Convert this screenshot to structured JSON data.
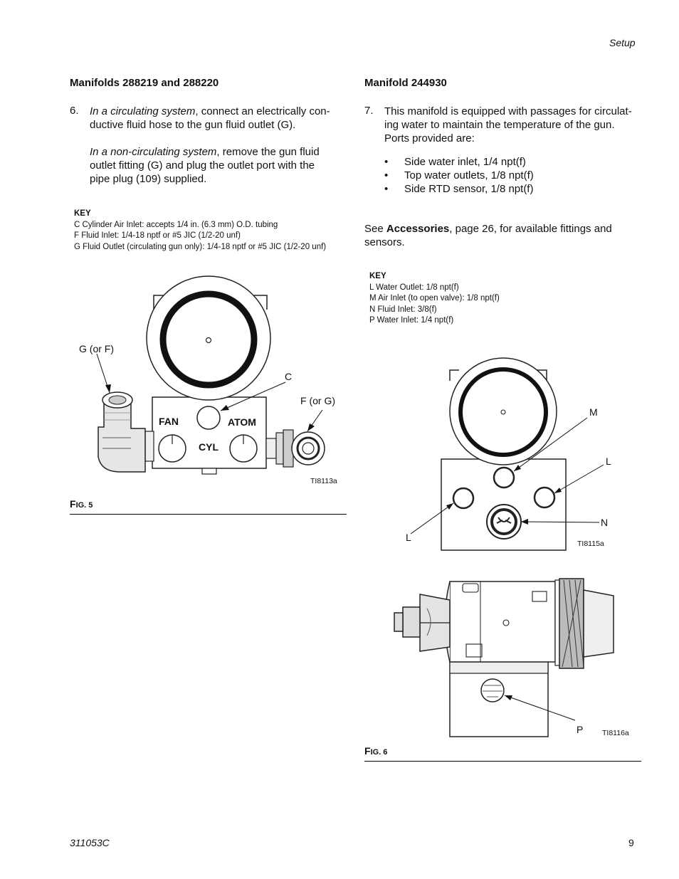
{
  "header": {
    "section": "Setup"
  },
  "left": {
    "heading": "Manifolds 288219 and 288220",
    "step_num": "6.",
    "step_p1_italic": "In a circulating system",
    "step_p1_rest": ", connect an electrically con-",
    "step_p1_line2": "ductive fluid hose to the gun fluid outlet (G).",
    "step_p2_italic": "In a non-circulating system",
    "step_p2_rest": ", remove the gun fluid",
    "step_p2_line2": "outlet fitting (G) and plug the outlet port with the",
    "step_p2_line3": "pipe plug (109) supplied.",
    "key": {
      "title": "KEY",
      "items": [
        "C Cylinder Air Inlet: accepts 1/4 in. (6.3 mm) O.D. tubing",
        "F Fluid Inlet: 1/4-18 nptf or #5 JIC (1/2-20 unf)",
        "G Fluid Outlet (circulating gun only): 1/4-18 nptf or #5 JIC (1/2-20 unf)"
      ]
    },
    "figure": {
      "labels": {
        "g": "G (or F)",
        "c": "C",
        "f": "F (or G)",
        "fan": "FAN",
        "atom": "ATOM",
        "cyl": "CYL"
      },
      "ti": "TI8113a",
      "caption_first": "F",
      "caption_rest": "IG. 5"
    }
  },
  "right": {
    "heading": "Manifold 244930",
    "step_num": "7.",
    "step_line1": "This manifold is equipped with passages for circulat-",
    "step_line2": "ing water to maintain the temperature of the gun.",
    "step_line3": "Ports provided are:",
    "bullet": "•",
    "bullets": [
      "Side water inlet, 1/4 npt(f)",
      "Top water outlets, 1/8 npt(f)",
      "Side RTD sensor, 1/8 npt(f)"
    ],
    "see_pre": "See ",
    "see_bold": "Accessories",
    "see_post": ", page 26, for available fittings and",
    "see_line2": "sensors.",
    "key": {
      "title": "KEY",
      "items": [
        "L Water Outlet: 1/8 npt(f)",
        "M Air Inlet (to open valve): 1/8 npt(f)",
        "N Fluid Inlet: 3/8(f)",
        "P Water Inlet: 1/4 npt(f)"
      ]
    },
    "figure_top": {
      "labels": {
        "m": "M",
        "l1": "L",
        "n": "N",
        "l2": "L"
      },
      "ti": "TI8115a"
    },
    "figure_bottom": {
      "labels": {
        "p": "P"
      },
      "ti": "TI8116a"
    },
    "caption_first": "F",
    "caption_rest": "IG. 6"
  },
  "footer": {
    "doc_number": "311053C",
    "page_number": "9"
  }
}
